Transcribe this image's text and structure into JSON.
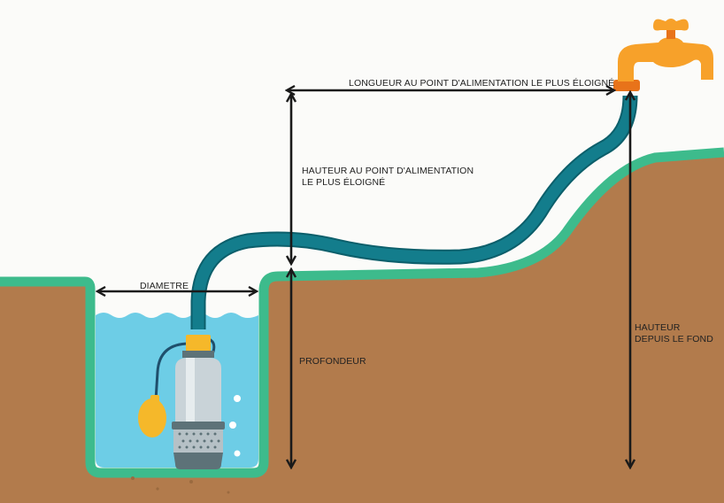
{
  "labels": {
    "length_far_point": "LONGUEUR AU POINT D'ALIMENTATION LE PLUS ÉLOIGNÉ",
    "height_far_point_line1": "HAUTEUR AU POINT D'ALIMENTATION",
    "height_far_point_line2": "LE PLUS ÉLOIGNÉ",
    "diameter": "DIAMETRE",
    "depth": "PROFONDEUR",
    "height_from_bottom_line1": "HAUTEUR",
    "height_from_bottom_line2": "DEPUIS LE FOND"
  },
  "colors": {
    "background": "#fbfbf9",
    "soil": "#b27b4c",
    "grass": "#3dbb8c",
    "water": "#6dcde6",
    "hose": "#137d8c",
    "faucet": "#f7a12a",
    "faucet_dark": "#e8731a",
    "float": "#f5b82a",
    "pump_body": "#c9d3d8",
    "pump_dark": "#5d7278",
    "arrow": "#1a1a1a"
  },
  "icons": {
    "pump": "submersible-pump-icon",
    "faucet": "faucet-icon",
    "float": "float-switch-icon"
  }
}
